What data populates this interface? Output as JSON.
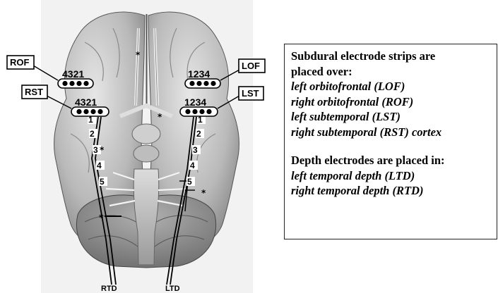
{
  "legend": {
    "subdural_heading_1": "Subdural electrode strips are",
    "subdural_heading_2": "placed over:",
    "subdural_items": [
      "left orbitofrontal (LOF)",
      "right orbitofrontal (ROF)",
      "left subtemporal (LST)",
      "right subtemporal (RST) cortex"
    ],
    "depth_heading": "Depth electrodes are placed in:",
    "depth_items": [
      "left temporal depth (LTD)",
      "right temporal depth (RTD)"
    ]
  },
  "labels": {
    "rof": "ROF",
    "lof": "LOF",
    "rst": "RST",
    "lst": "LST",
    "rtd": "RTD",
    "ltd": "LTD"
  },
  "strips": {
    "rof_numbers": "4321",
    "lof_numbers": "1234",
    "rst_numbers": "4321",
    "lst_numbers": "1234"
  },
  "depth_contacts": {
    "right": [
      "1",
      "2",
      "3",
      "4",
      "5"
    ],
    "left": [
      "1",
      "2",
      "3",
      "4",
      "5"
    ]
  },
  "markers": {
    "asterisk": "*"
  },
  "colors": {
    "brain_light": "#d9d9d9",
    "brain_mid": "#a8a8a8",
    "brain_dark": "#6e6e6e"
  }
}
